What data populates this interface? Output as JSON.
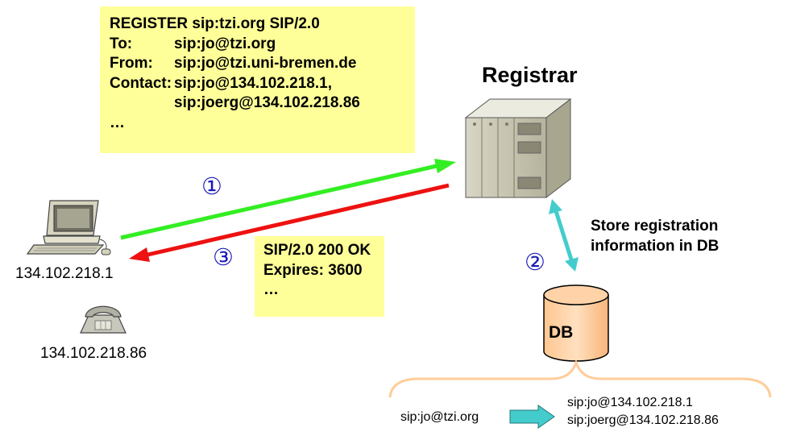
{
  "request": {
    "line1": "REGISTER sip:tzi.org SIP/2.0",
    "to_label": "To:",
    "to_value": "sip:jo@tzi.org",
    "from_label": "From:",
    "from_value": "sip:jo@tzi.uni-bremen.de",
    "contact_label": "Contact:",
    "contact_value_1": "sip:jo@134.102.218.1,",
    "contact_value_2": "sip:joerg@134.102.218.86",
    "ellipsis": "…"
  },
  "response": {
    "status": "SIP/2.0 200 OK",
    "expires": "Expires: 3600",
    "ellipsis": "…"
  },
  "registrar_title": "Registrar",
  "store_note": {
    "line1": "Store registration",
    "line2": "information in DB"
  },
  "db_label": "DB",
  "client_ip": "134.102.218.1",
  "phone_ip": "134.102.218.86",
  "db_mapping": {
    "key": "sip:jo@tzi.org",
    "value_1": "sip:jo@134.102.218.1",
    "value_2": "sip:joerg@134.102.218.86"
  },
  "steps": {
    "one": "①",
    "two": "②",
    "three": "③"
  },
  "colors": {
    "note_fill": "#ffff99",
    "request_arrow": "#33ee22",
    "response_arrow": "#ee1111",
    "db_arrow": "#44cccc",
    "db_fill": "#ffcc99",
    "brace": "#ffcc99",
    "step_number": "#1a1ab8"
  }
}
